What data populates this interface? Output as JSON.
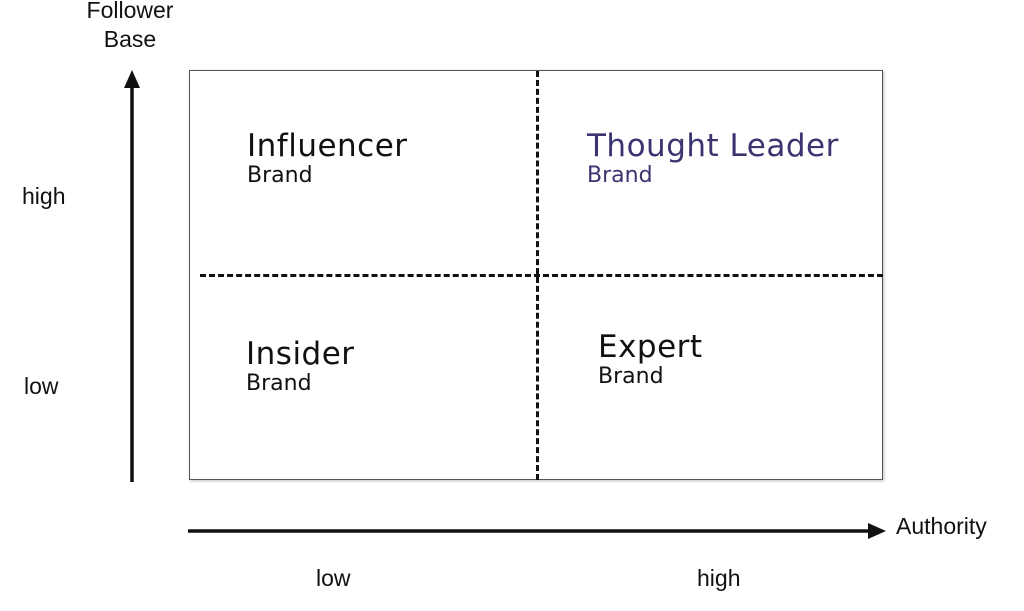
{
  "y_axis": {
    "title_line1": "Follower",
    "title_line2": "Base",
    "tick_high": "high",
    "tick_low": "low"
  },
  "x_axis": {
    "title": "Authority",
    "tick_low": "low",
    "tick_high": "high"
  },
  "quadrants": {
    "top_left": {
      "title": "Influencer",
      "subtitle": "Brand"
    },
    "top_right": {
      "title": "Thought Leader",
      "subtitle": "Brand",
      "color": "#3a3570"
    },
    "bottom_left": {
      "title": "Insider",
      "subtitle": "Brand"
    },
    "bottom_right": {
      "title": "Expert",
      "subtitle": "Brand"
    }
  }
}
